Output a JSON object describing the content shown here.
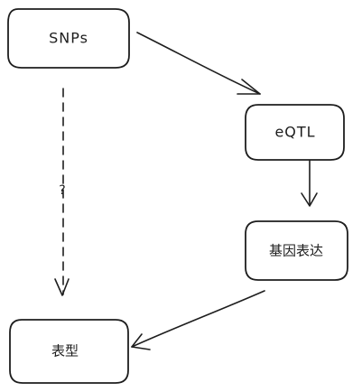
{
  "diagram": {
    "nodes": [
      {
        "id": "snps",
        "label": "SNPs"
      },
      {
        "id": "eqtl",
        "label": "eQTL"
      },
      {
        "id": "expression",
        "label": "基因表达"
      },
      {
        "id": "phenotype",
        "label": "表型"
      }
    ],
    "edges": [
      {
        "from": "snps",
        "to": "eqtl",
        "style": "solid",
        "label": ""
      },
      {
        "from": "eqtl",
        "to": "expression",
        "style": "solid",
        "label": ""
      },
      {
        "from": "expression",
        "to": "phenotype",
        "style": "solid",
        "label": ""
      },
      {
        "from": "snps",
        "to": "phenotype",
        "style": "dashed",
        "label": "?"
      }
    ]
  }
}
